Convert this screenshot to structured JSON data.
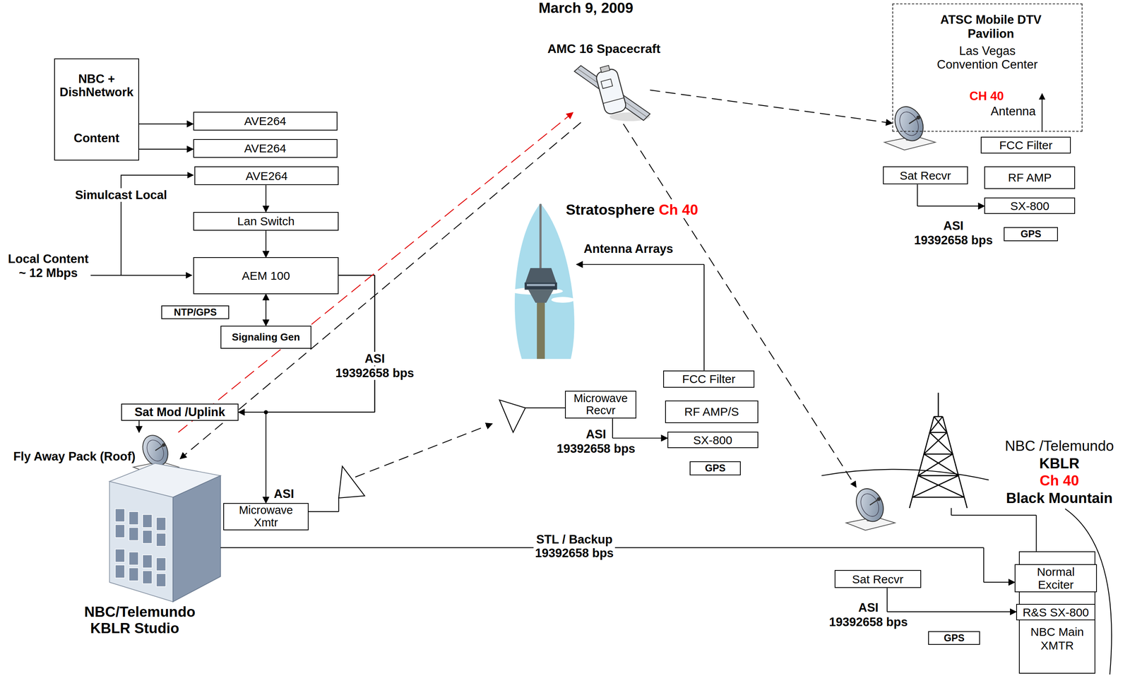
{
  "diagram": {
    "title": "March 9, 2009",
    "nodes": [
      {
        "text": [
          "NBC + DishNetwork",
          "Content"
        ]
      },
      {
        "text": [
          "AVE264"
        ]
      },
      {
        "text": [
          "AVE264"
        ]
      },
      {
        "text": [
          "AVE264"
        ]
      },
      {
        "text": [
          "Lan Switch"
        ]
      },
      {
        "text": [
          "AEM 100"
        ]
      },
      {
        "text": [
          "NTP/GPS"
        ]
      },
      {
        "text": [
          "Signaling Gen"
        ]
      },
      {
        "text": [
          "Sat Mod /Uplink"
        ]
      },
      {
        "text": [
          "Fly Away Pack (Roof)"
        ]
      },
      {
        "text": [
          "NBC/Telemundo KBLR Studio"
        ]
      },
      {
        "text": [
          "Microwave Xmtr"
        ]
      },
      {
        "text": [
          "AMC 16 Spacecraft"
        ]
      },
      {
        "text": [
          "Stratosphere",
          "Ch 40"
        ]
      },
      {
        "text": [
          "Microwave Recvr"
        ]
      },
      {
        "text": [
          "FCC Filter"
        ]
      },
      {
        "text": [
          "RF AMP/S"
        ]
      },
      {
        "text": [
          "SX-800"
        ]
      },
      {
        "text": [
          "GPS"
        ]
      },
      {
        "text": [
          "ATSC Mobile DTV Pavilion",
          "Las Vegas Convention Center",
          "CH 40",
          "Antenna"
        ]
      },
      {
        "text": [
          "FCC Filter"
        ]
      },
      {
        "text": [
          "Sat Recvr"
        ]
      },
      {
        "text": [
          "RF AMP"
        ]
      },
      {
        "text": [
          "SX-800"
        ]
      },
      {
        "text": [
          "GPS"
        ]
      },
      {
        "text": [
          "NBC /Telemundo",
          "KBLR",
          "Ch 40",
          "Black Mountain"
        ]
      },
      {
        "text": [
          "Sat Recvr"
        ]
      },
      {
        "text": [
          "NBC Main XMTR"
        ]
      },
      {
        "text": [
          "Normal Exciter"
        ],
        "in": 27
      },
      {
        "text": [
          "R&S SX-800"
        ],
        "in": 27
      },
      {
        "text": [
          "GPS"
        ]
      }
    ],
    "edges": [
      {
        "from": 0,
        "to": 1,
        "arrow": "to"
      },
      {
        "from": 0,
        "to": 2,
        "arrow": "to"
      },
      {
        "from": 3,
        "to": 4,
        "arrow": "to"
      },
      {
        "from": 4,
        "to": 5,
        "arrow": "to"
      },
      {
        "from": 5,
        "to": 7,
        "arrow": "both"
      },
      {
        "from": 5,
        "to": 8,
        "arrow": "to"
      },
      {
        "from": 5,
        "to": 11,
        "label": "ASI",
        "arrow": "to"
      },
      {
        "from": 8,
        "to": 9,
        "arrow": "to"
      },
      {
        "from": 9,
        "to": 12,
        "arrow": "to"
      },
      {
        "from": 12,
        "to": 9,
        "arrow": "to"
      },
      {
        "from": 11,
        "to": 14,
        "arrow": "to"
      },
      {
        "from": 14,
        "to": 17,
        "arrow": "to"
      },
      {
        "from": 15,
        "to": 13,
        "label": "Antenna Arrays",
        "arrow": "to"
      },
      {
        "from": 12,
        "to": 19,
        "arrow": "to"
      },
      {
        "from": 21,
        "to": 23,
        "arrow": "to"
      },
      {
        "from": 10,
        "to": 28,
        "label": "STL / Backup 19392658 bps",
        "arrow": "to"
      },
      {
        "from": 26,
        "to": 29,
        "arrow": "to"
      },
      {
        "from": 27,
        "to": 25,
        "arrow": "none"
      }
    ],
    "labels": [
      "Simulcast Local",
      "Local Content ~ 12 Mbps",
      "ASI",
      "19392658 bps",
      "ASI",
      "19392658 bps",
      "ASI",
      "19392658 bps",
      "ASI",
      "19392658 bps"
    ]
  }
}
